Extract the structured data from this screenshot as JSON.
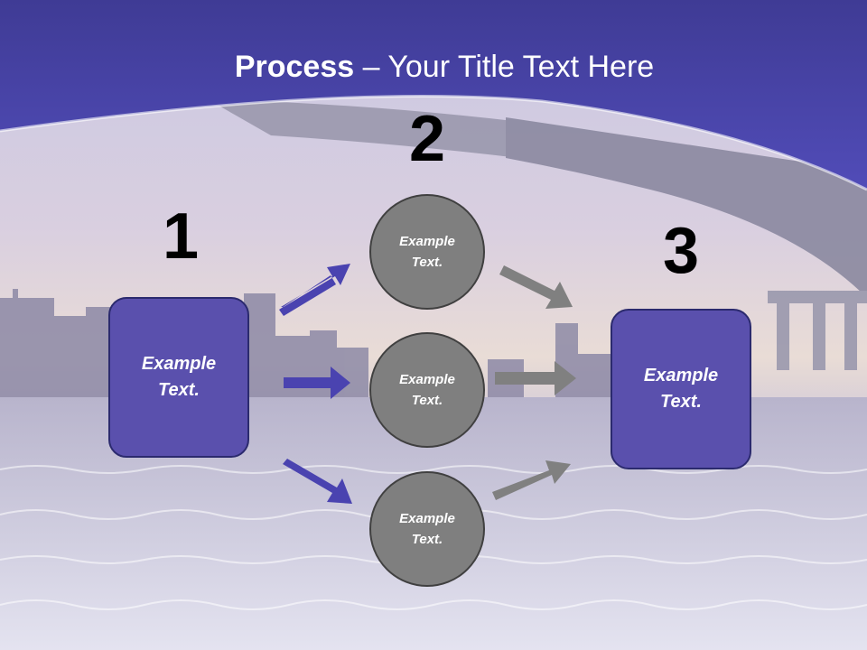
{
  "slide": {
    "title_bold": "Process",
    "title_rest": " – Your Title Text Here",
    "numbers": [
      "1",
      "2",
      "3"
    ],
    "start_box": "Example\nText.",
    "end_box": "Example\nText.",
    "circles": [
      "Example\nText.",
      "Example\nText.",
      "Example\nText."
    ]
  },
  "colors": {
    "header_band": "#4a46a8",
    "box_fill": "#5a50ad",
    "circle_fill": "#7f7f7f",
    "arrow_blue": "#4a43b0",
    "arrow_gray": "#808080"
  }
}
